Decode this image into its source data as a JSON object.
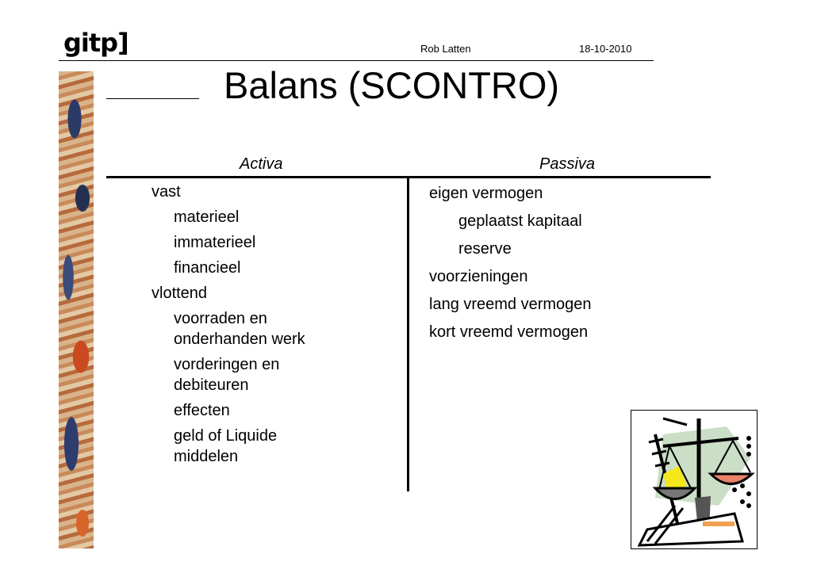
{
  "header": {
    "logo_text": "gitp",
    "author": "Rob Latten",
    "date": "18-10-2010"
  },
  "slide": {
    "title": "Balans (SCONTRO)"
  },
  "activa": {
    "heading": "Activa",
    "items": [
      {
        "label": "vast",
        "level": 0
      },
      {
        "label": "materieel",
        "level": 1
      },
      {
        "label": "immaterieel",
        "level": 1
      },
      {
        "label": "financieel",
        "level": 1
      },
      {
        "label": "vlottend",
        "level": 0
      },
      {
        "label": "voorraden en",
        "label2": "onderhanden werk",
        "level": 1
      },
      {
        "label": "vorderingen en",
        "label2": "debiteuren",
        "level": 1
      },
      {
        "label": "effecten",
        "level": 1
      },
      {
        "label": "geld of Liquide",
        "label2": "middelen",
        "level": 1
      }
    ]
  },
  "passiva": {
    "heading": "Passiva",
    "items": [
      {
        "label": "eigen vermogen",
        "level": 0
      },
      {
        "label": "geplaatst kapitaal",
        "level": 1
      },
      {
        "label": "reserve",
        "level": 1
      },
      {
        "label": "voorzieningen",
        "level": 0
      },
      {
        "label": "lang vreemd vermogen",
        "level": 0
      },
      {
        "label": "kort vreemd vermogen",
        "level": 0
      }
    ]
  },
  "decor": {
    "strip": "textured-painting",
    "clipart_icon": "balance-scale-icon"
  }
}
